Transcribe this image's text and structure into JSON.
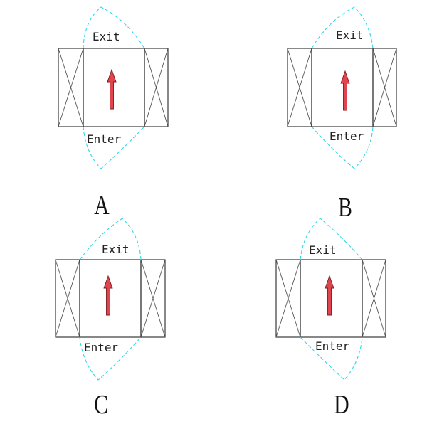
{
  "panels": [
    {
      "letter": "A",
      "exit_label": "Exit",
      "enter_label": "Enter"
    },
    {
      "letter": "B",
      "exit_label": "Exit",
      "enter_label": "Enter"
    },
    {
      "letter": "C",
      "exit_label": "Exit",
      "enter_label": "Enter"
    },
    {
      "letter": "D",
      "exit_label": "Exit",
      "enter_label": "Enter"
    }
  ],
  "colors": {
    "frame": "#3a3a3a",
    "door_swing": "#33d6e8",
    "arrow_fill": "#e0454f",
    "arrow_stroke": "#7a1a1a"
  }
}
